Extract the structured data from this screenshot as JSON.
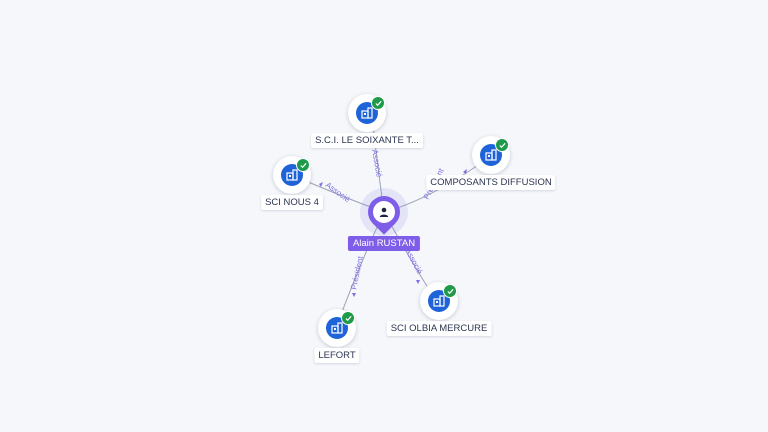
{
  "person": {
    "name": "Alain RUSTAN",
    "icon": "user-icon",
    "color": "#7e5ee8"
  },
  "companies": [
    {
      "key": "soixante",
      "name": "S.C.I. LE SOIXANTE T...",
      "icon": "building-icon",
      "status": "check-icon"
    },
    {
      "key": "composants",
      "name": "COMPOSANTS DIFFUSION",
      "icon": "building-icon",
      "status": "check-icon"
    },
    {
      "key": "nous4",
      "name": "SCI NOUS 4",
      "icon": "building-icon",
      "status": "check-icon"
    },
    {
      "key": "olbia",
      "name": "SCI OLBIA MERCURE",
      "icon": "building-icon",
      "status": "check-icon"
    },
    {
      "key": "lefort",
      "name": "LEFORT",
      "icon": "building-icon",
      "status": "check-icon"
    }
  ],
  "relations": {
    "soixante": "Associé",
    "composants": "Président",
    "nous4": "Associé",
    "olbia": "Associé",
    "lefort": "Président"
  },
  "colors": {
    "company": "#1f63d8",
    "verified": "#1f9a4a",
    "relation": "#7c6ee0",
    "edge": "#9aa3b5"
  }
}
